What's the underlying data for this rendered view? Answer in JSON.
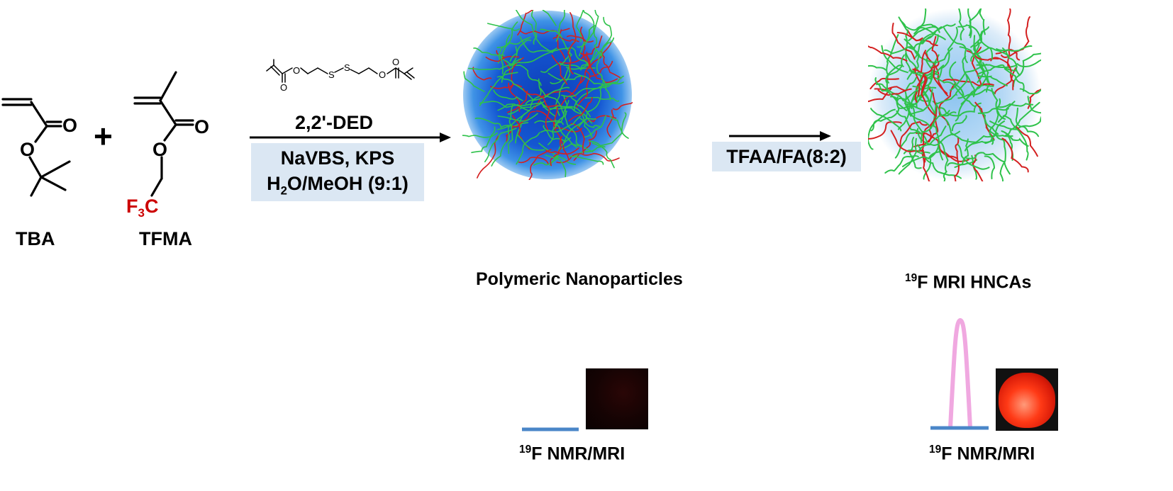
{
  "reactants": {
    "tba": {
      "name": "TBA",
      "oxygen_carbonyl": "O",
      "oxygen_ester": "O"
    },
    "plus": "+",
    "tfma": {
      "name": "TFMA",
      "oxygen_carbonyl": "O",
      "oxygen_ester": "O",
      "cf3": {
        "f": "F",
        "sub": "3",
        "c": "C"
      }
    }
  },
  "step1": {
    "crosslinker_atoms": {
      "o_ester_left": "O",
      "s_left": "S",
      "s_right": "S",
      "o_ester_right": "O",
      "o_carbonyl_left": "O",
      "o_carbonyl_right": "O"
    },
    "crosslinker_name": "2,2'-DED",
    "conditions_line1": "NaVBS, KPS",
    "conditions_line2_pre": "H",
    "conditions_line2_sub": "2",
    "conditions_line2_post": "O/MeOH (9:1)"
  },
  "step2": {
    "conditions": "TFAA/FA(8:2)"
  },
  "products": {
    "nanoparticles": {
      "label": "Polymeric Nanoparticles"
    },
    "hncas": {
      "label_sup": "19",
      "label_main": "F MRI HNCAs"
    }
  },
  "readouts": {
    "nanoparticles": {
      "label_sup": "19",
      "label_main": "F NMR/MRI"
    },
    "hncas": {
      "label_sup": "19",
      "label_main": "F NMR/MRI"
    }
  },
  "colors": {
    "cf3_red": "#cc0000",
    "condition_box": "#dbe7f3",
    "sphere_blue": "#1f6fd6",
    "polymer_green": "#2ec24a",
    "polymer_red": "#d42020",
    "nmr_baseline": "#4a86c8",
    "nmr_peak": "#f0a8e0"
  }
}
